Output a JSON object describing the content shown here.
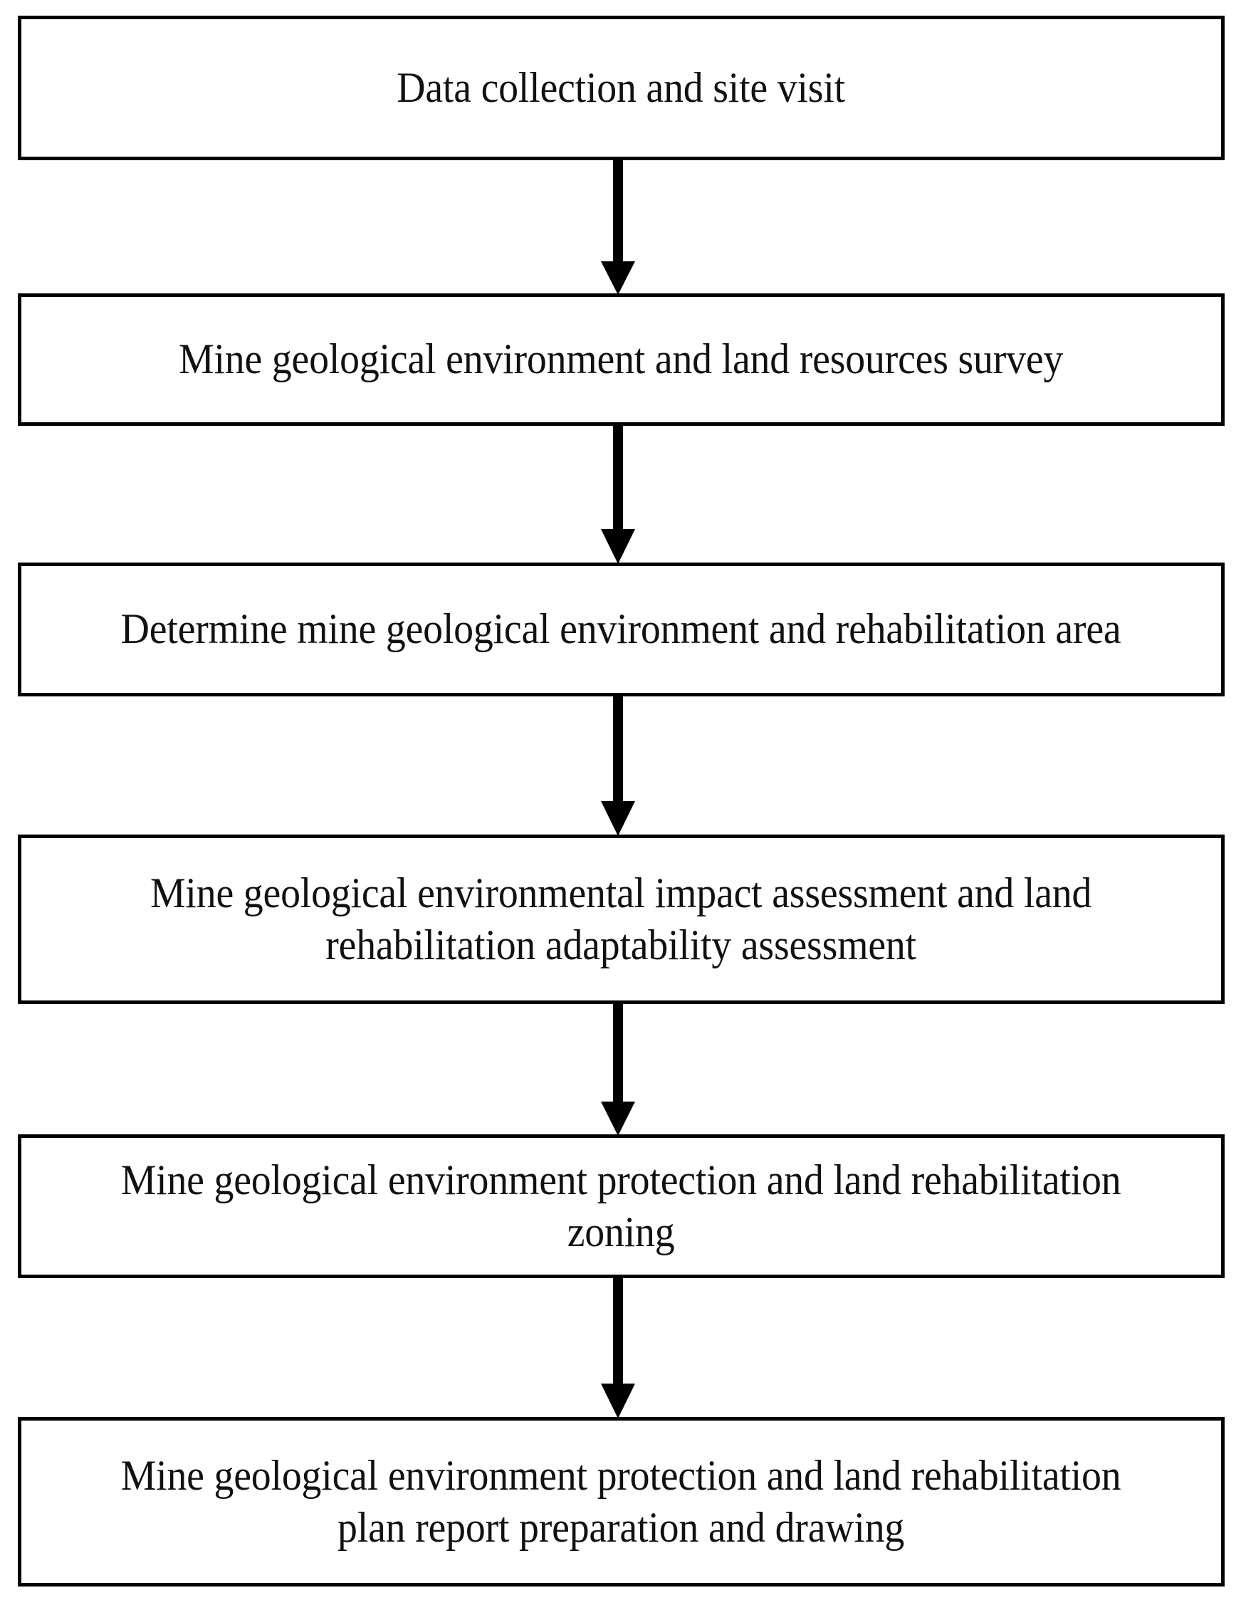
{
  "diagram": {
    "type": "flowchart",
    "orientation": "vertical",
    "title": "",
    "colors": {
      "box_border": "#000000",
      "box_fill": "#ffffff",
      "text": "#111111",
      "arrow": "#000000",
      "background": "#ffffff"
    },
    "nodes": [
      {
        "id": "step-1",
        "label": "Data collection and site visit",
        "lines": [
          "Data collection and site visit"
        ]
      },
      {
        "id": "step-2",
        "label": "Mine geological environment and land resources survey",
        "lines": [
          "Mine geological environment and land resources survey"
        ]
      },
      {
        "id": "step-3",
        "label": "Determine mine geological environment and rehabilitation area",
        "lines": [
          "Determine mine geological environment and rehabilitation",
          "area"
        ]
      },
      {
        "id": "step-4",
        "label": "Mine geological environmental impact assessment and land rehabilitation adaptability assessment",
        "lines": [
          "Mine geological environmental impact assessment and land",
          "rehabilitation adaptability assessment"
        ]
      },
      {
        "id": "step-5",
        "label": "Mine geological environment protection and land rehabilitation zoning",
        "lines": [
          "Mine geological environment protection and land",
          "rehabilitation zoning"
        ]
      },
      {
        "id": "step-6",
        "label": "Mine geological environment protection and land rehabilitation plan report preparation and drawing",
        "lines": [
          "Mine geological environment protection and land",
          "rehabilitation plan report preparation and drawing"
        ]
      }
    ],
    "edges": [
      {
        "id": "edge-1",
        "from": "step-1",
        "to": "step-2",
        "marker": "arrowhead-down"
      },
      {
        "id": "edge-2",
        "from": "step-2",
        "to": "step-3",
        "marker": "arrowhead-down"
      },
      {
        "id": "edge-3",
        "from": "step-3",
        "to": "step-4",
        "marker": "arrowhead-down"
      },
      {
        "id": "edge-4",
        "from": "step-4",
        "to": "step-5",
        "marker": "arrowhead-down"
      },
      {
        "id": "edge-5",
        "from": "step-5",
        "to": "step-6",
        "marker": "arrowhead-down"
      }
    ]
  }
}
